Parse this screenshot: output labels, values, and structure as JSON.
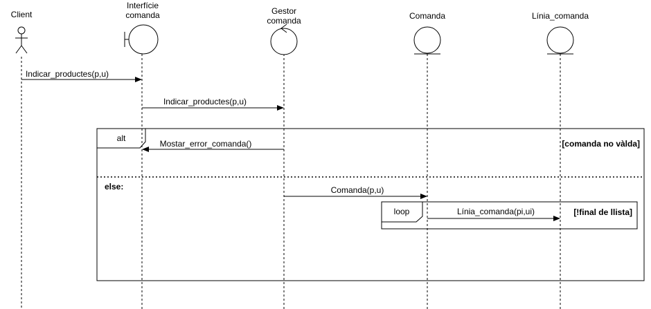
{
  "participants": [
    {
      "id": "client",
      "kind": "actor",
      "lines": [
        "Client"
      ]
    },
    {
      "id": "interficie",
      "kind": "boundary",
      "lines": [
        "Interfície",
        "comanda"
      ]
    },
    {
      "id": "gestor",
      "kind": "control",
      "lines": [
        "Gestor",
        "comanda"
      ]
    },
    {
      "id": "comanda",
      "kind": "entity",
      "lines": [
        "Comanda"
      ]
    },
    {
      "id": "linia",
      "kind": "entity",
      "lines": [
        "Línia_comanda"
      ]
    }
  ],
  "messages": [
    {
      "id": "msg1",
      "label": "Indicar_productes(p,u)",
      "from": "client",
      "to": "interficie"
    },
    {
      "id": "msg2",
      "label": "Indicar_productes(p,u)",
      "from": "interficie",
      "to": "gestor"
    },
    {
      "id": "msg3",
      "label": "Mostar_error_comanda()",
      "from": "gestor",
      "to": "interficie"
    },
    {
      "id": "msg4",
      "label": "Comanda(p,u)",
      "from": "gestor",
      "to": "comanda"
    },
    {
      "id": "msg5",
      "label": "Línia_comanda(pi,ui)",
      "from": "comanda",
      "to": "linia"
    }
  ],
  "fragments": {
    "alt": {
      "keyword": "alt",
      "guard": "[comanda no vàlda]",
      "else_label": "else:"
    },
    "loop": {
      "keyword": "loop",
      "guard": "[!final de llista]"
    }
  },
  "colors": {
    "stroke": "#000000",
    "background": "#ffffff"
  }
}
